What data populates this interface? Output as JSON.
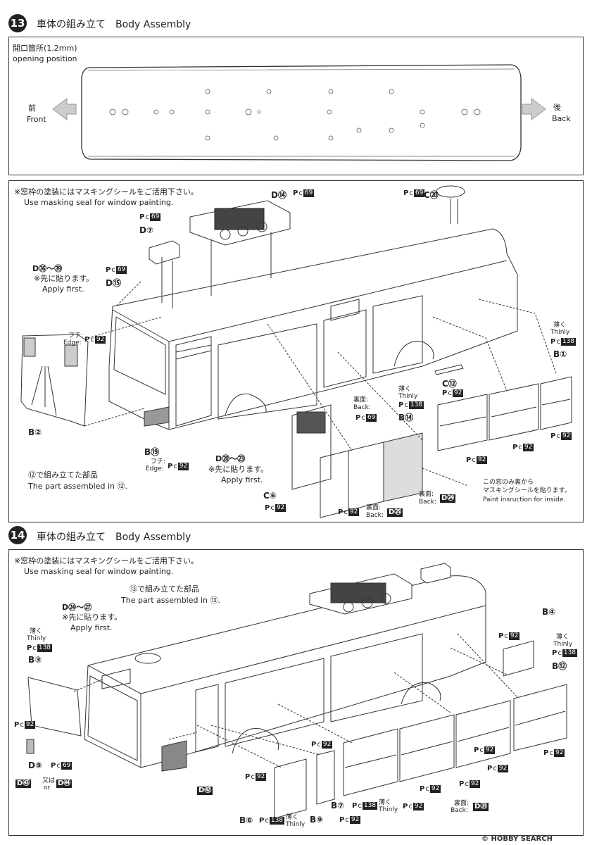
{
  "step13": {
    "number": "13",
    "title": "車体の組み立て　Body Assembly",
    "opening_jp": "開口箇所(1.2mm)",
    "opening_en": "opening position",
    "front_jp": "前",
    "front_en": "Front",
    "back_jp": "後",
    "back_en": "Back",
    "mask_jp": "※窓枠の塗装にはマスキングシールをご活用下さい。",
    "mask_en": "Use masking seal for window painting.",
    "decal_range": "D㊱〜㊴",
    "apply_first_jp": "※先に貼ります。",
    "apply_first_en": "Apply first.",
    "edge_label": "フチ:\nEdge:",
    "edge_label_jp": "フチ:",
    "edge_label_en": "Edge:",
    "assembled_jp": "⑫で組み立てた部品",
    "assembled_en": "The part assembled in ⑫.",
    "decal_range2": "D⑳〜㉓",
    "back_side_jp": "裏面:",
    "back_side_en": "Back:",
    "thinly_jp": "薄く",
    "thinly_en": "Thinly",
    "inside_jp1": "この窓のみ裏から",
    "inside_jp2": "マスキングシールを貼ります。",
    "inside_en": "Paint insruction for inside.",
    "parts": {
      "d14": "D⑭",
      "c20": "C⑳",
      "d7": "D⑦",
      "d15": "D⑮",
      "b2": "B②",
      "b19": "B⑲",
      "c6": "C⑥",
      "c12": "C⑫",
      "b14": "B⑭",
      "b1": "B①"
    },
    "colors": {
      "pc69": "69",
      "pc92": "92",
      "pc138": "138"
    },
    "decals": {
      "d74": "D㉔",
      "d75": "D㉕"
    }
  },
  "step14": {
    "number": "14",
    "title": "車体の組み立て　Body Assembly",
    "mask_jp": "※窓枠の塗装にはマスキングシールをご活用下さい。",
    "mask_en": "Use masking seal for window painting.",
    "assembled_jp": "⑬で組み立てた部品",
    "assembled_en": "The part assembled in ⑬.",
    "decal_range": "D㉔〜㉗",
    "apply_first_jp": "※先に貼ります。",
    "apply_first_en": "Apply first.",
    "thinly_jp": "薄く",
    "thinly_en": "Thinly",
    "or_jp": "又は",
    "or_en": "or",
    "back_side_jp": "裏面:",
    "back_side_en": "Back:",
    "parts": {
      "b3": "B③",
      "b4": "B④",
      "b12": "B⑫",
      "d9": "D⑨",
      "b6": "B⑥",
      "b9": "B⑨",
      "b7": "B⑦"
    },
    "decals": {
      "d53": "D㊸",
      "d54": "D㊹",
      "d42": "D㊷",
      "d81": "D㉛"
    }
  },
  "watermark": "© HOBBY SEARCH"
}
